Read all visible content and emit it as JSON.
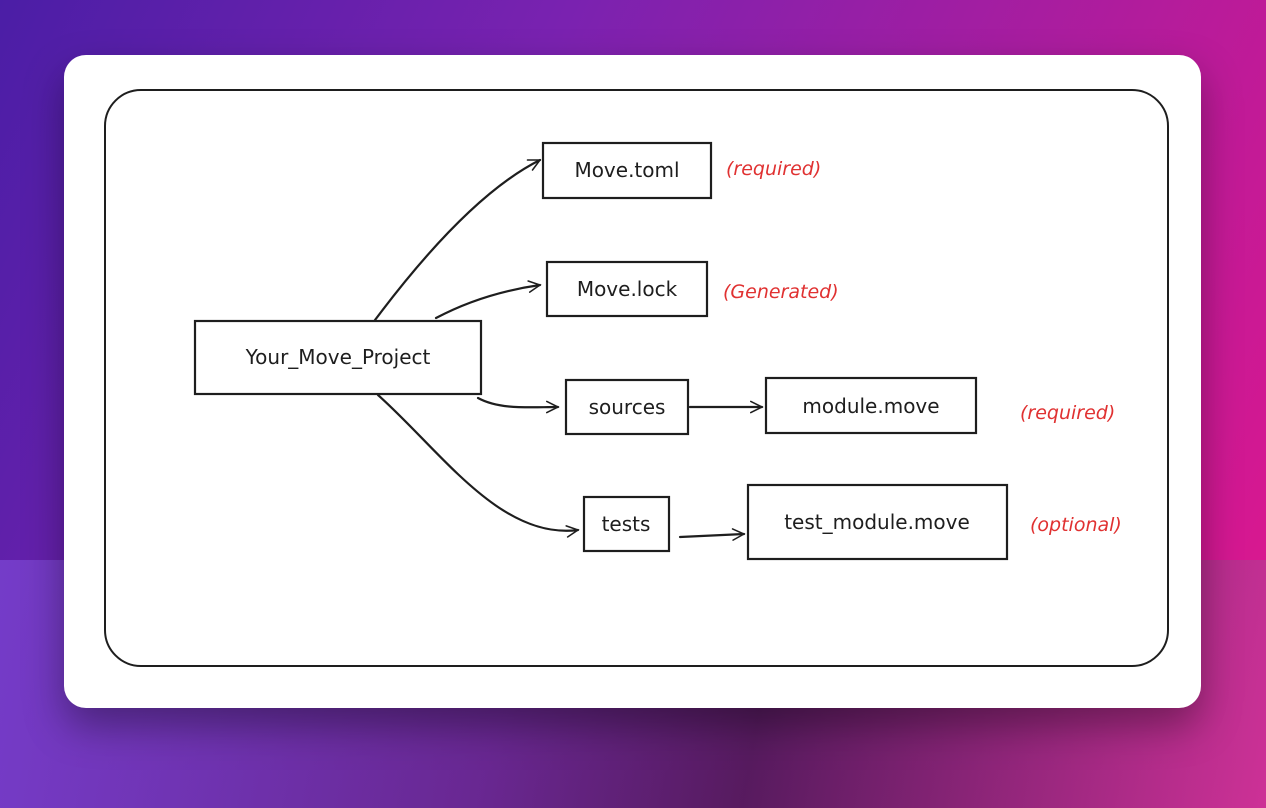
{
  "colors": {
    "ink": "#1e1e1e",
    "annotation": "#e03131",
    "card": "#ffffff"
  },
  "nodes": {
    "root": "Your_Move_Project",
    "move_toml": "Move.toml",
    "move_lock": "Move.lock",
    "sources": "sources",
    "module_move": "module.move",
    "tests": "tests",
    "test_module_move": "test_module.move"
  },
  "annotations": {
    "move_toml": "(required)",
    "move_lock": "(Generated)",
    "module_move": "(required)",
    "test_module_move": "(optional)"
  },
  "edges": [
    {
      "from": "Your_Move_Project",
      "to": "Move.toml"
    },
    {
      "from": "Your_Move_Project",
      "to": "Move.lock"
    },
    {
      "from": "Your_Move_Project",
      "to": "sources"
    },
    {
      "from": "Your_Move_Project",
      "to": "tests"
    },
    {
      "from": "sources",
      "to": "module.move"
    },
    {
      "from": "tests",
      "to": "test_module.move"
    }
  ]
}
